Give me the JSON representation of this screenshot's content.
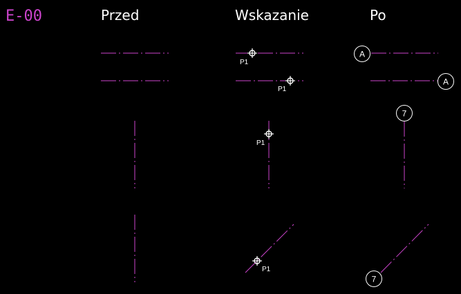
{
  "sheet_code": "E-00",
  "headers": {
    "before": "Przed",
    "indication": "Wskazanie",
    "after": "Po"
  },
  "pick_label": "P1",
  "bubbles": {
    "horizontal": "A",
    "vertical": "7",
    "diagonal": "7"
  },
  "colors": {
    "background": "#000000",
    "title": "#cc44cc",
    "text": "#ffffff",
    "axis_line": "#cc44cc",
    "marker": "#ffffff"
  }
}
